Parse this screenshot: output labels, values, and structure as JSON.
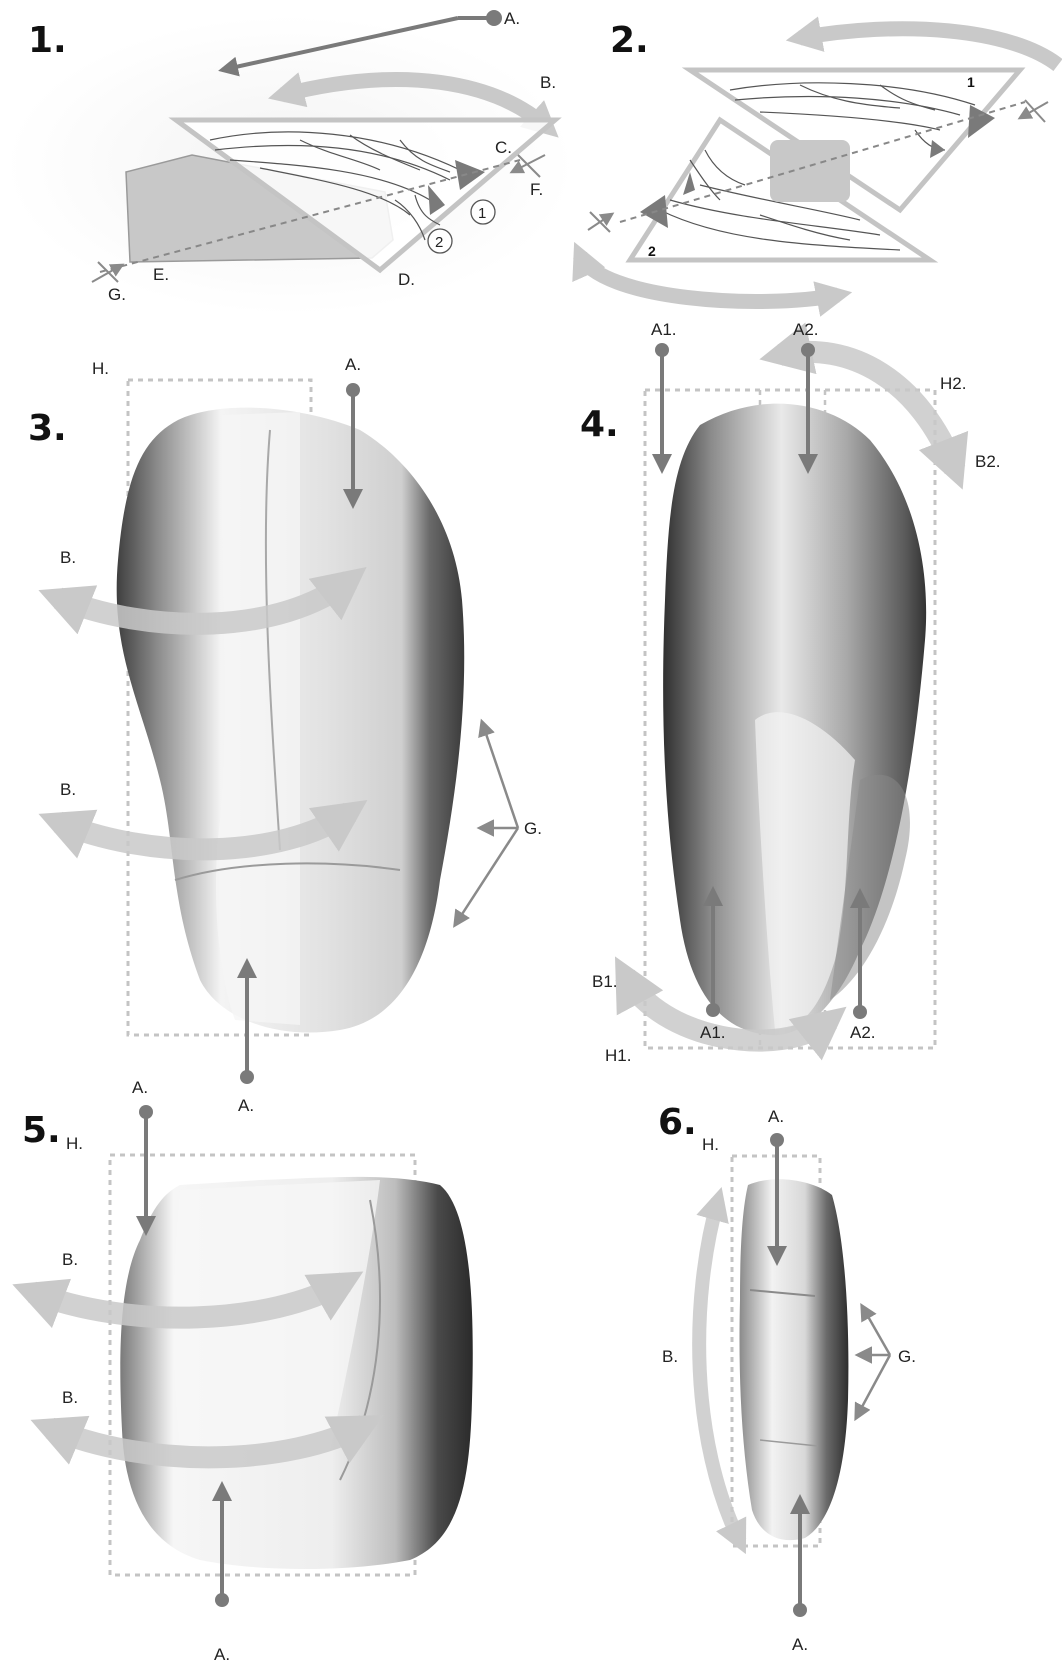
{
  "panels": {
    "p1": {
      "number": "1.",
      "labels": {
        "a": "A.",
        "b": "B.",
        "c": "C.",
        "d": "D.",
        "e": "E.",
        "f": "F.",
        "g": "G."
      },
      "steps": [
        "1",
        "2"
      ]
    },
    "p2": {
      "number": "2.",
      "steps": [
        "1",
        "2"
      ]
    },
    "p3": {
      "number": "3.",
      "labels": {
        "h": "H.",
        "a_top": "A.",
        "a_bottom": "A.",
        "b_upper": "B.",
        "b_lower": "B.",
        "g": "G."
      }
    },
    "p4": {
      "number": "4.",
      "labels": {
        "a1_top": "A1.",
        "a2_top": "A2.",
        "h2": "H2.",
        "b2": "B2.",
        "b1": "B1.",
        "a1_bottom": "A1.",
        "a2_bottom": "A2.",
        "h1": "H1."
      }
    },
    "p5": {
      "number": "5.",
      "labels": {
        "a_top": "A.",
        "h": "H.",
        "b_upper": "B.",
        "b_lower": "B.",
        "a_bottom": "A."
      }
    },
    "p6": {
      "number": "6.",
      "labels": {
        "a_top": "A.",
        "h": "H.",
        "b": "B.",
        "g": "G.",
        "a_bottom": "A."
      }
    }
  },
  "colors": {
    "arrow_dark": "#7a7a7a",
    "arrow_light": "#c9c9c9",
    "triangle_outline": "#c4c4c4",
    "core_fill": "#c8c8c8",
    "stone_light": "#e9e9e9",
    "stone_dark": "#5e5e5e",
    "box_dash": "#c4c4c4"
  }
}
